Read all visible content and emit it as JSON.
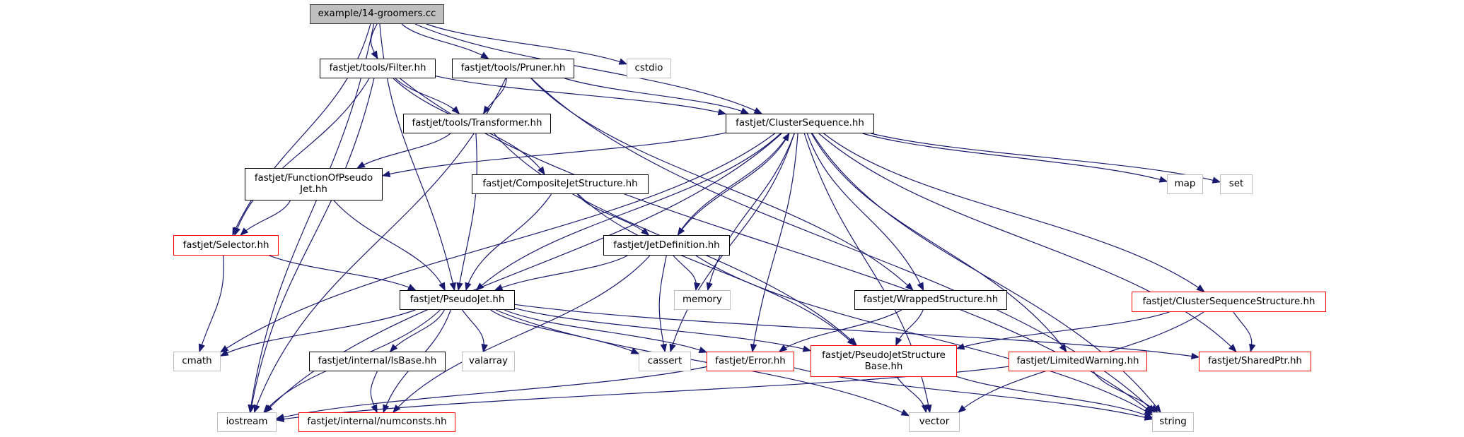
{
  "title": "example/14-groomers.cc include dependency graph",
  "colors": {
    "edge": "#191970",
    "root_fill": "#bfbfbf",
    "documented_border": "#000000",
    "incomplete_border": "#ff0000",
    "system_border": "#bfbfbf"
  },
  "nodes": {
    "root": {
      "label": "example/14-groomers.cc",
      "kind": "root"
    },
    "filter": {
      "label": "fastjet/tools/Filter.hh",
      "kind": "doc"
    },
    "pruner": {
      "label": "fastjet/tools/Pruner.hh",
      "kind": "doc"
    },
    "cstdio": {
      "label": "cstdio",
      "kind": "sys"
    },
    "transformer": {
      "label": "fastjet/tools/Transformer.hh",
      "kind": "doc"
    },
    "clusterseq": {
      "label": "fastjet/ClusterSequence.hh",
      "kind": "doc"
    },
    "functionof": {
      "label": "fastjet/FunctionOfPseudo\nJet.hh",
      "kind": "doc"
    },
    "composite": {
      "label": "fastjet/CompositeJetStructure.hh",
      "kind": "doc"
    },
    "map": {
      "label": "map",
      "kind": "sys"
    },
    "set": {
      "label": "set",
      "kind": "sys"
    },
    "selector": {
      "label": "fastjet/Selector.hh",
      "kind": "red"
    },
    "jetdef": {
      "label": "fastjet/JetDefinition.hh",
      "kind": "doc"
    },
    "pseudojet": {
      "label": "fastjet/PseudoJet.hh",
      "kind": "doc"
    },
    "memory": {
      "label": "memory",
      "kind": "sys"
    },
    "wrapped": {
      "label": "fastjet/WrappedStructure.hh",
      "kind": "doc"
    },
    "csstructure": {
      "label": "fastjet/ClusterSequenceStructure.hh",
      "kind": "red"
    },
    "cmath": {
      "label": "cmath",
      "kind": "sys"
    },
    "isbase": {
      "label": "fastjet/internal/IsBase.hh",
      "kind": "doc"
    },
    "valarray": {
      "label": "valarray",
      "kind": "sys"
    },
    "cassert": {
      "label": "cassert",
      "kind": "sys"
    },
    "error": {
      "label": "fastjet/Error.hh",
      "kind": "red"
    },
    "pjsbase": {
      "label": "fastjet/PseudoJetStructure\nBase.hh",
      "kind": "red"
    },
    "limitedwarning": {
      "label": "fastjet/LimitedWarning.hh",
      "kind": "red"
    },
    "sharedptr": {
      "label": "fastjet/SharedPtr.hh",
      "kind": "red"
    },
    "iostream": {
      "label": "iostream",
      "kind": "sys"
    },
    "numconsts": {
      "label": "fastjet/internal/numconsts.hh",
      "kind": "red"
    },
    "vector": {
      "label": "vector",
      "kind": "sys"
    },
    "string": {
      "label": "string",
      "kind": "sys"
    }
  },
  "edges": [
    [
      "root",
      "filter"
    ],
    [
      "root",
      "pruner"
    ],
    [
      "root",
      "cstdio"
    ],
    [
      "root",
      "clusterseq"
    ],
    [
      "root",
      "selector"
    ],
    [
      "root",
      "pseudojet"
    ],
    [
      "root",
      "iostream"
    ],
    [
      "filter",
      "transformer"
    ],
    [
      "filter",
      "clusterseq"
    ],
    [
      "filter",
      "composite"
    ],
    [
      "filter",
      "selector"
    ],
    [
      "filter",
      "iostream"
    ],
    [
      "filter",
      "string"
    ],
    [
      "pruner",
      "transformer"
    ],
    [
      "pruner",
      "clusterseq"
    ],
    [
      "pruner",
      "iostream"
    ],
    [
      "pruner",
      "wrapped"
    ],
    [
      "pruner",
      "string"
    ],
    [
      "transformer",
      "functionof"
    ],
    [
      "transformer",
      "pseudojet"
    ],
    [
      "transformer",
      "pjsbase"
    ],
    [
      "clusterseq",
      "functionof"
    ],
    [
      "clusterseq",
      "pseudojet"
    ],
    [
      "clusterseq",
      "jetdef"
    ],
    [
      "clusterseq",
      "cmath"
    ],
    [
      "clusterseq",
      "iostream"
    ],
    [
      "clusterseq",
      "memory"
    ],
    [
      "clusterseq",
      "cassert"
    ],
    [
      "clusterseq",
      "error"
    ],
    [
      "clusterseq",
      "vector"
    ],
    [
      "clusterseq",
      "limitedwarning"
    ],
    [
      "clusterseq",
      "csstructure"
    ],
    [
      "clusterseq",
      "map"
    ],
    [
      "clusterseq",
      "set"
    ],
    [
      "clusterseq",
      "sharedptr"
    ],
    [
      "clusterseq",
      "string"
    ],
    [
      "clusterseq",
      "wrapped"
    ],
    [
      "jetdef",
      "clusterseq"
    ],
    [
      "jetdef",
      "pseudojet"
    ],
    [
      "jetdef",
      "memory"
    ],
    [
      "jetdef",
      "cassert"
    ],
    [
      "jetdef",
      "string"
    ],
    [
      "jetdef",
      "numconsts"
    ],
    [
      "functionof",
      "selector"
    ],
    [
      "functionof",
      "pseudojet"
    ],
    [
      "composite",
      "pseudojet"
    ],
    [
      "composite",
      "jetdef"
    ],
    [
      "composite",
      "pjsbase"
    ],
    [
      "selector",
      "pseudojet"
    ],
    [
      "selector",
      "cmath"
    ],
    [
      "pseudojet",
      "cmath"
    ],
    [
      "pseudojet",
      "iostream"
    ],
    [
      "pseudojet",
      "numconsts"
    ],
    [
      "pseudojet",
      "isbase"
    ],
    [
      "pseudojet",
      "valarray"
    ],
    [
      "pseudojet",
      "cassert"
    ],
    [
      "pseudojet",
      "error"
    ],
    [
      "pseudojet",
      "pjsbase"
    ],
    [
      "pseudojet",
      "sharedptr"
    ],
    [
      "pseudojet",
      "vector"
    ],
    [
      "isbase",
      "numconsts"
    ],
    [
      "wrapped",
      "error"
    ],
    [
      "wrapped",
      "pjsbase"
    ],
    [
      "csstructure",
      "pjsbase"
    ],
    [
      "csstructure",
      "sharedptr"
    ],
    [
      "csstructure",
      "vector"
    ],
    [
      "error",
      "iostream"
    ],
    [
      "error",
      "string"
    ],
    [
      "pjsbase",
      "vector"
    ],
    [
      "pjsbase",
      "string"
    ],
    [
      "limitedwarning",
      "iostream"
    ],
    [
      "limitedwarning",
      "string"
    ]
  ]
}
